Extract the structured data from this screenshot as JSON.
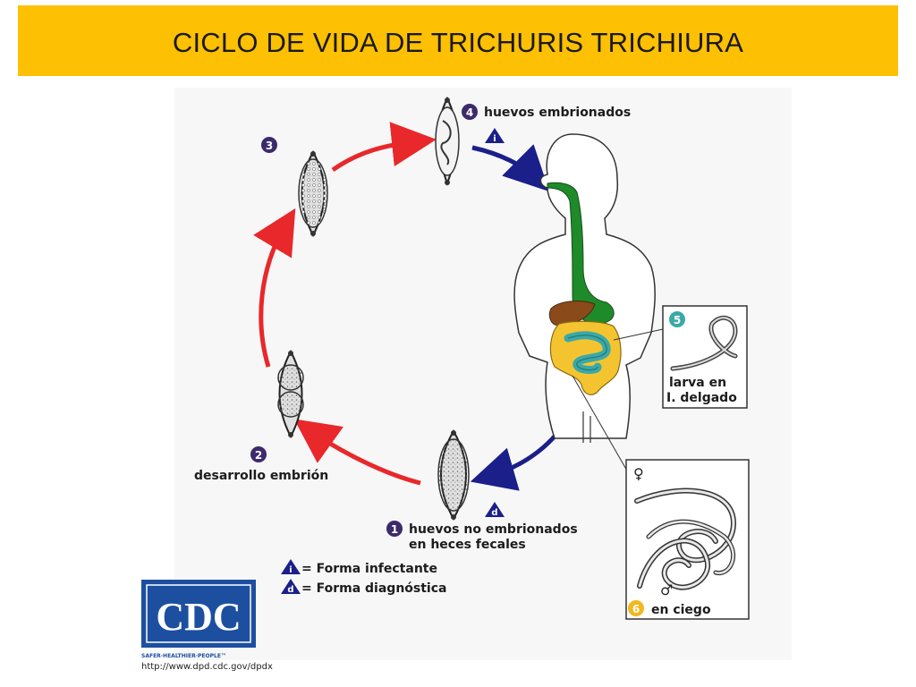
{
  "title": "CICLO DE VIDA DE TRICHURIS TRICHIURA",
  "stages": [
    {
      "num": "1",
      "label_line1": "huevos no embrionados",
      "label_line2": "en heces fecales"
    },
    {
      "num": "2",
      "label": "desarrollo embrión"
    },
    {
      "num": "3"
    },
    {
      "num": "4",
      "label": "huevos embrionados"
    },
    {
      "num": "5",
      "label_line1": "larva en",
      "label_line2": "I. delgado"
    },
    {
      "num": "6",
      "label": "en ciego"
    }
  ],
  "markers": {
    "infective": "i",
    "diagnostic": "d",
    "female": "♀",
    "male": "♂"
  },
  "legend": [
    {
      "symbol": "i",
      "text": "= Forma infectante"
    },
    {
      "symbol": "d",
      "text": "= Forma diagnóstica"
    }
  ],
  "logo": {
    "text": "CDC",
    "tagline": "SAFER·HEALTHIER·PEOPLE™",
    "url": "http://www.dpd.cdc.gov/dpdx"
  },
  "colors": {
    "title_bg": "#fdc002",
    "red_arrow": "#e8282b",
    "blue_arrow": "#1a1f8a",
    "stage_badge": "#3d2a6b",
    "larva_badge": "#3aa9a8",
    "ciego_badge": "#f2b81e",
    "digestive_green": "#1f8a2a",
    "intestine_yellow": "#f4c430",
    "intestine_teal": "#3aa9a8",
    "liver_brown": "#8a4a1a",
    "cdc_blue": "#1d4fa0"
  }
}
